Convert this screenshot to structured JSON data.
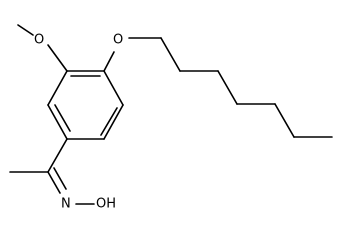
{
  "molecule": {
    "atoms": {
      "o_methoxy": "O",
      "o_heptyloxy": "O",
      "n_oxime": "N",
      "oh_oxime": "OH"
    },
    "colors": {
      "bond": "#000000",
      "label": "#000000",
      "background": "#ffffff"
    }
  }
}
